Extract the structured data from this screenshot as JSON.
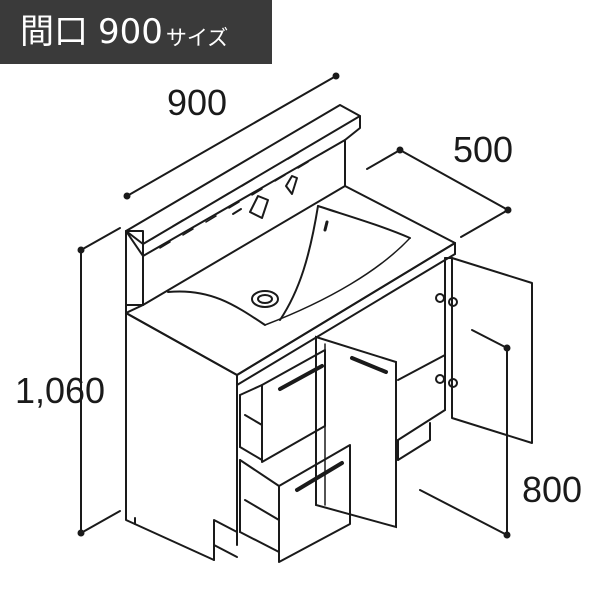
{
  "header": {
    "label_main": "間口",
    "label_number": "900",
    "label_suffix": "サイズ"
  },
  "dimensions": {
    "width": "900",
    "depth": "500",
    "height_total": "1,060",
    "height_counter": "800"
  },
  "colors": {
    "badge_background": "#3a3a3a",
    "badge_text": "#ffffff",
    "line": "#1a1a1a"
  }
}
